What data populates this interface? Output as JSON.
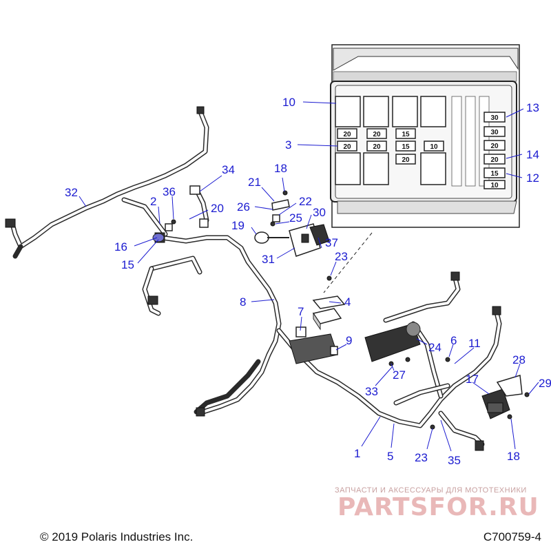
{
  "footer": {
    "copyright": "© 2019 Polaris Industries Inc.",
    "code": "C700759-4"
  },
  "watermark": {
    "tagline": "ЗАПЧАСТИ И АКСЕССУАРЫ ДЛЯ МОТОТЕХНИКИ",
    "logo": "PARTSFOR.RU"
  },
  "fusebox": {
    "fuses": [
      "20",
      "20",
      "15",
      "20",
      "20",
      "15",
      "10",
      "20",
      "30",
      "30",
      "20",
      "20",
      "15",
      "10"
    ]
  },
  "callouts": {
    "c10": "10",
    "c3": "3",
    "c13": "13",
    "c14": "14",
    "c12": "12",
    "c32": "32",
    "c34": "34",
    "c18a": "18",
    "c21": "21",
    "c36": "36",
    "c2": "2",
    "c20": "20",
    "c22": "22",
    "c26": "26",
    "c30": "30",
    "c25": "25",
    "c19": "19",
    "c16": "16",
    "c15": "15",
    "c37": "37",
    "c31": "31",
    "c23a": "23",
    "c8": "8",
    "c4": "4",
    "c7": "7",
    "c9": "9",
    "c6": "6",
    "c11": "11",
    "c24": "24",
    "c27": "27",
    "c33": "33",
    "c28": "28",
    "c29": "29",
    "c17": "17",
    "c1": "1",
    "c5": "5",
    "c23b": "23",
    "c35": "35",
    "c18b": "18"
  },
  "colors": {
    "callout": "#1a1ad0",
    "line": "#222222",
    "watermark": "#e9b8b8"
  }
}
